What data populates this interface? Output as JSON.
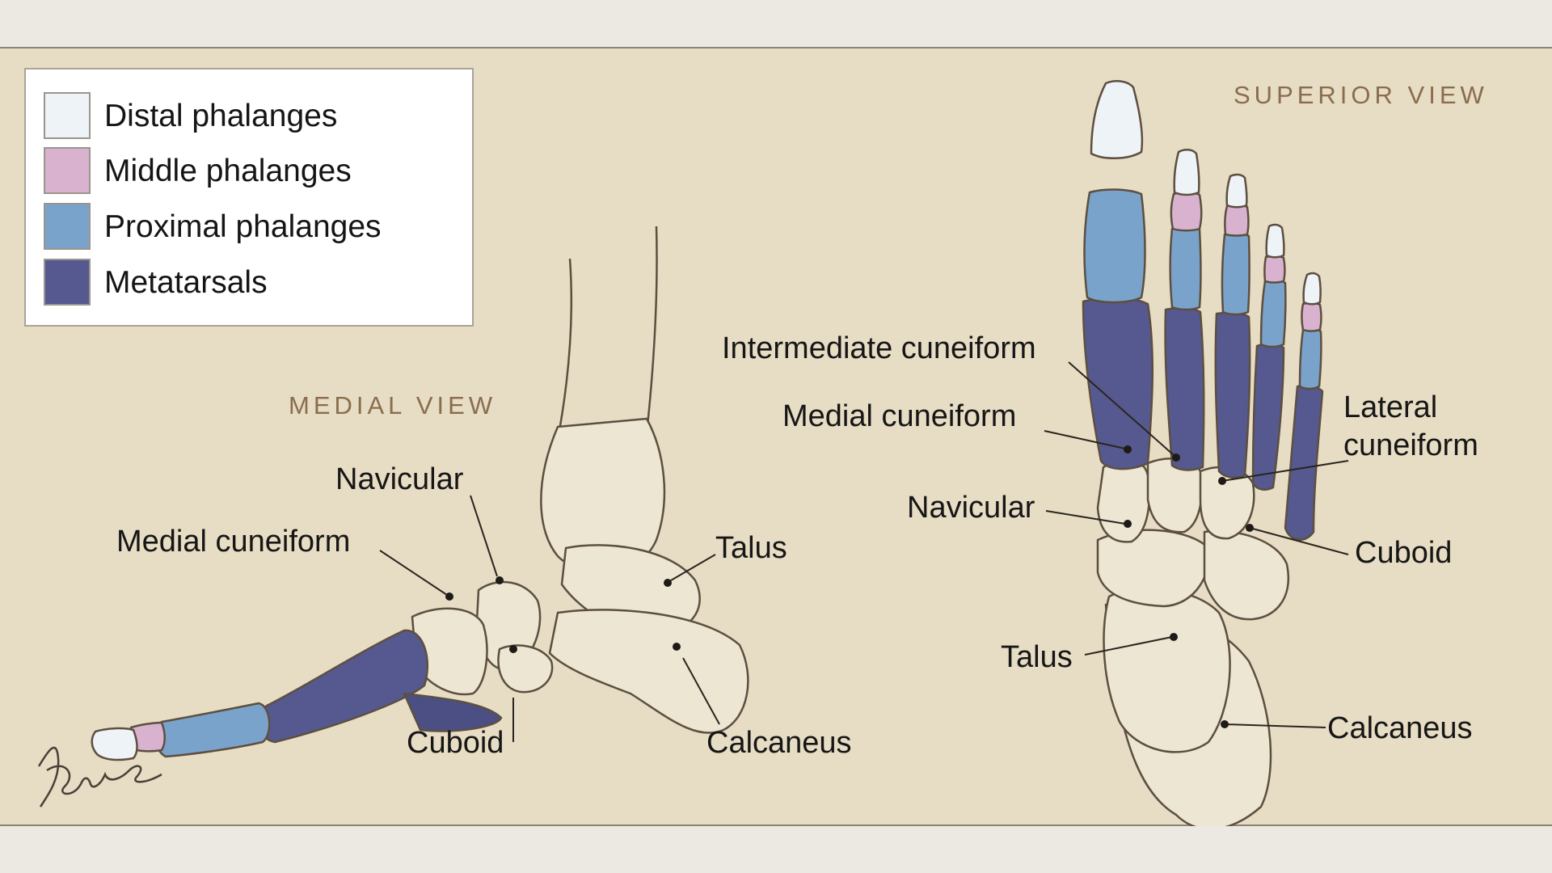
{
  "legend": {
    "items": [
      {
        "label": "Distal phalanges",
        "color": "#eef3f8"
      },
      {
        "label": "Middle phalanges",
        "color": "#d8b2cf"
      },
      {
        "label": "Proximal phalanges",
        "color": "#7aa3cc"
      },
      {
        "label": "Metatarsals",
        "color": "#55598f"
      }
    ]
  },
  "colors": {
    "background": "#e7dcc4",
    "bone": "#ece6d2",
    "bone_outline": "#5d4f40",
    "title_text": "#8a6d4e"
  },
  "medial_view": {
    "title": "MEDIAL VIEW",
    "labels": {
      "navicular": "Navicular",
      "medial_cuneiform": "Medial cuneiform",
      "talus": "Talus",
      "cuboid": "Cuboid",
      "calcaneus": "Calcaneus"
    }
  },
  "superior_view": {
    "title": "SUPERIOR VIEW",
    "labels": {
      "intermediate_cuneiform": "Intermediate cuneiform",
      "medial_cuneiform": "Medial cuneiform",
      "lateral_cuneiform_line1": "Lateral",
      "lateral_cuneiform_line2": "cuneiform",
      "navicular": "Navicular",
      "cuboid": "Cuboid",
      "talus": "Talus",
      "calcaneus": "Calcaneus"
    }
  }
}
